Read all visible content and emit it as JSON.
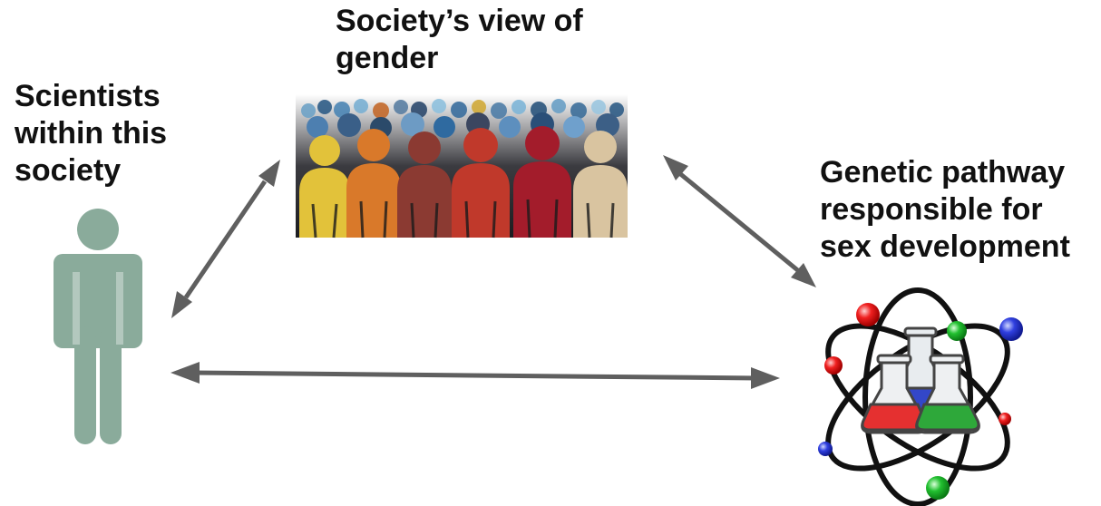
{
  "labels": {
    "scientists": [
      "Scientists",
      "within this",
      "society"
    ],
    "society": [
      "Society’s view of",
      "gender"
    ],
    "genetic": [
      "Genetic pathway",
      "responsible for",
      "sex development"
    ]
  },
  "icons": {
    "scientist": "person-silhouette-icon",
    "society": "crowd-image",
    "genetic": "atom-flasks-icon"
  },
  "colors": {
    "arrow": "#5f5f5f",
    "person": "#8aab9b",
    "crowd": [
      "#e2c23a",
      "#d9792a",
      "#8b3a32",
      "#c0392b",
      "#a31c2b",
      "#d9c4a0"
    ],
    "flasks": [
      "#e53030",
      "#3347c9",
      "#2ea83a"
    ]
  }
}
